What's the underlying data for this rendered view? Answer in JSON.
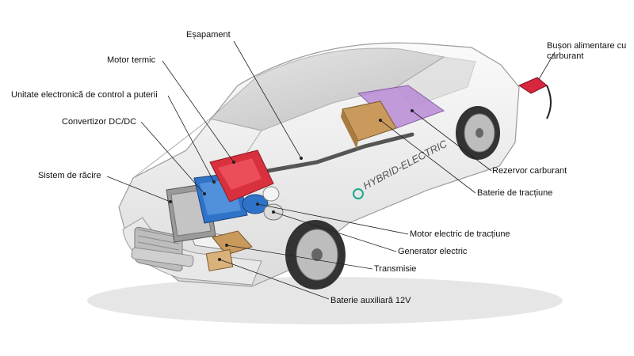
{
  "diagram": {
    "badge_text": "HYBRID-ELECTRIC",
    "labels": {
      "esapament": "Eșapament",
      "motor_termic": "Motor termic",
      "unitate_control": "Unitate electronică de control a puterii",
      "convertizor": "Convertizor DC/DC",
      "sistem_racire": "Sistem de răcire",
      "buson": "Bușon alimentare cu carburant",
      "rezervor": "Rezervor carburant",
      "baterie_tractiune": "Baterie de tracțiune",
      "motor_electric": "Motor electric de tracțiune",
      "generator": "Generator electric",
      "transmisie": "Transmisie",
      "baterie_aux": "Baterie auxiliară 12V"
    }
  },
  "colors": {
    "engine": "#d9303e",
    "inverter": "#2f73c9",
    "fuel_tank": "#b98bd6",
    "battery": "#c99a5c",
    "nozzle": "#d7263d",
    "leader": "#222222"
  }
}
